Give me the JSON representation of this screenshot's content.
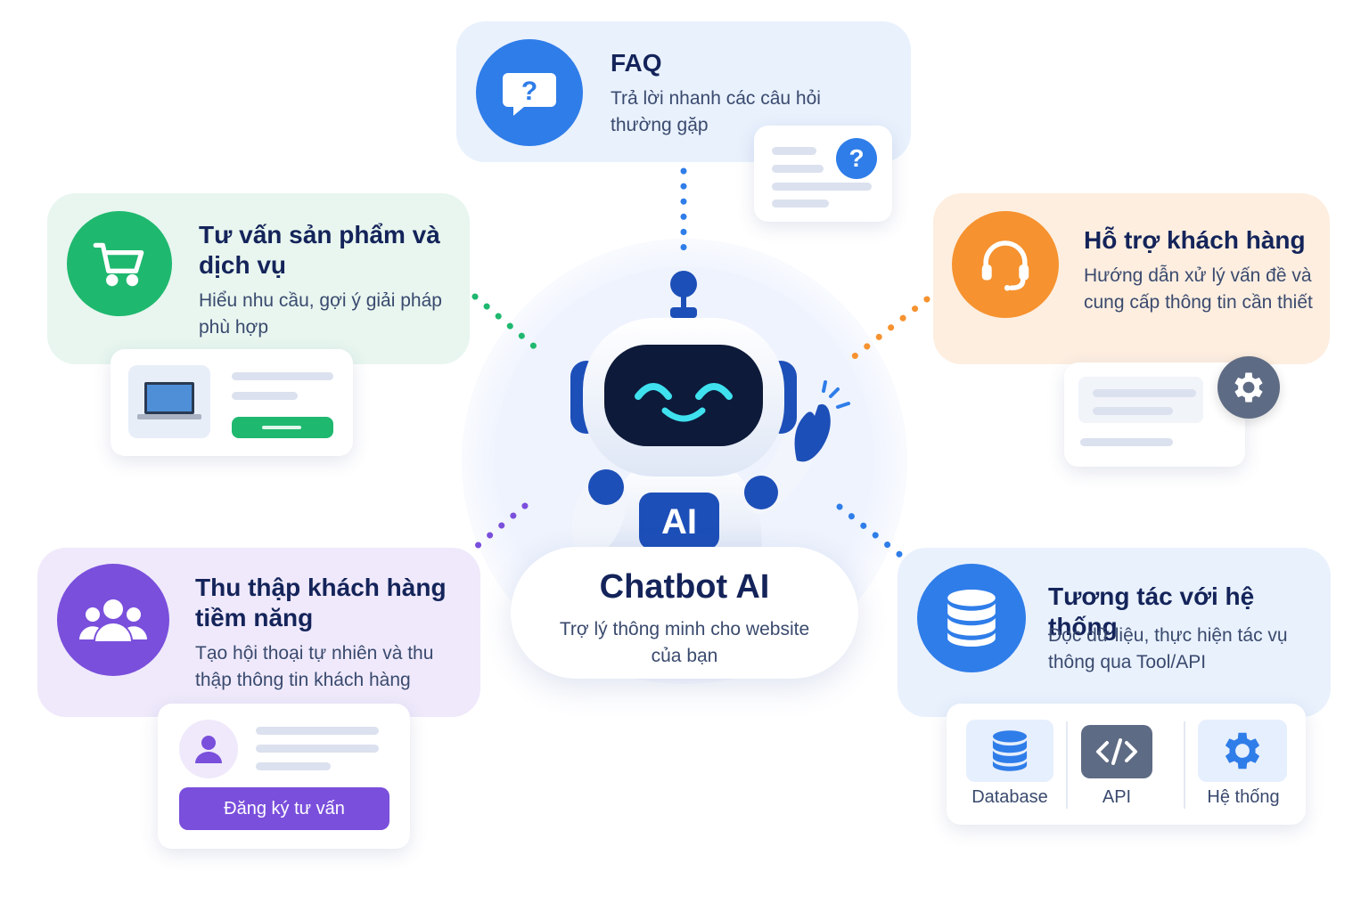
{
  "center": {
    "title": "Chatbot AI",
    "subtitle": "Trợ lý thông minh cho website của bạn",
    "badge": "AI"
  },
  "faq": {
    "title": "FAQ",
    "desc": "Trả lời nhanh các câu hỏi thường gặp",
    "icon": "question-bubble-icon",
    "color": "#2f7de9"
  },
  "product": {
    "title": "Tư vấn sản phẩm và dịch vụ",
    "desc": "Hiểu nhu cầu, gợi ý giải pháp phù hợp",
    "icon": "shopping-cart-icon",
    "color": "#1fb86f"
  },
  "support": {
    "title": "Hỗ trợ khách hàng",
    "desc": "Hướng dẫn xử lý vấn đề và cung cấp thông tin cần thiết",
    "icon": "headset-icon",
    "color": "#f6922f"
  },
  "leads": {
    "title": "Thu thập khách hàng tiềm năng",
    "desc": "Tạo hội thoại tự nhiên và thu thập thông tin khách hàng",
    "icon": "users-icon",
    "color": "#7a4fdc",
    "button": "Đăng ký tư vấn"
  },
  "system": {
    "title": "Tương tác với hệ thống",
    "desc": "Đọc dữ liệu, thực hiện tác vụ thông qua Tool/API",
    "icon": "database-icon",
    "color": "#2f7de9",
    "tools": [
      "Database",
      "API",
      "Hệ thống"
    ]
  }
}
